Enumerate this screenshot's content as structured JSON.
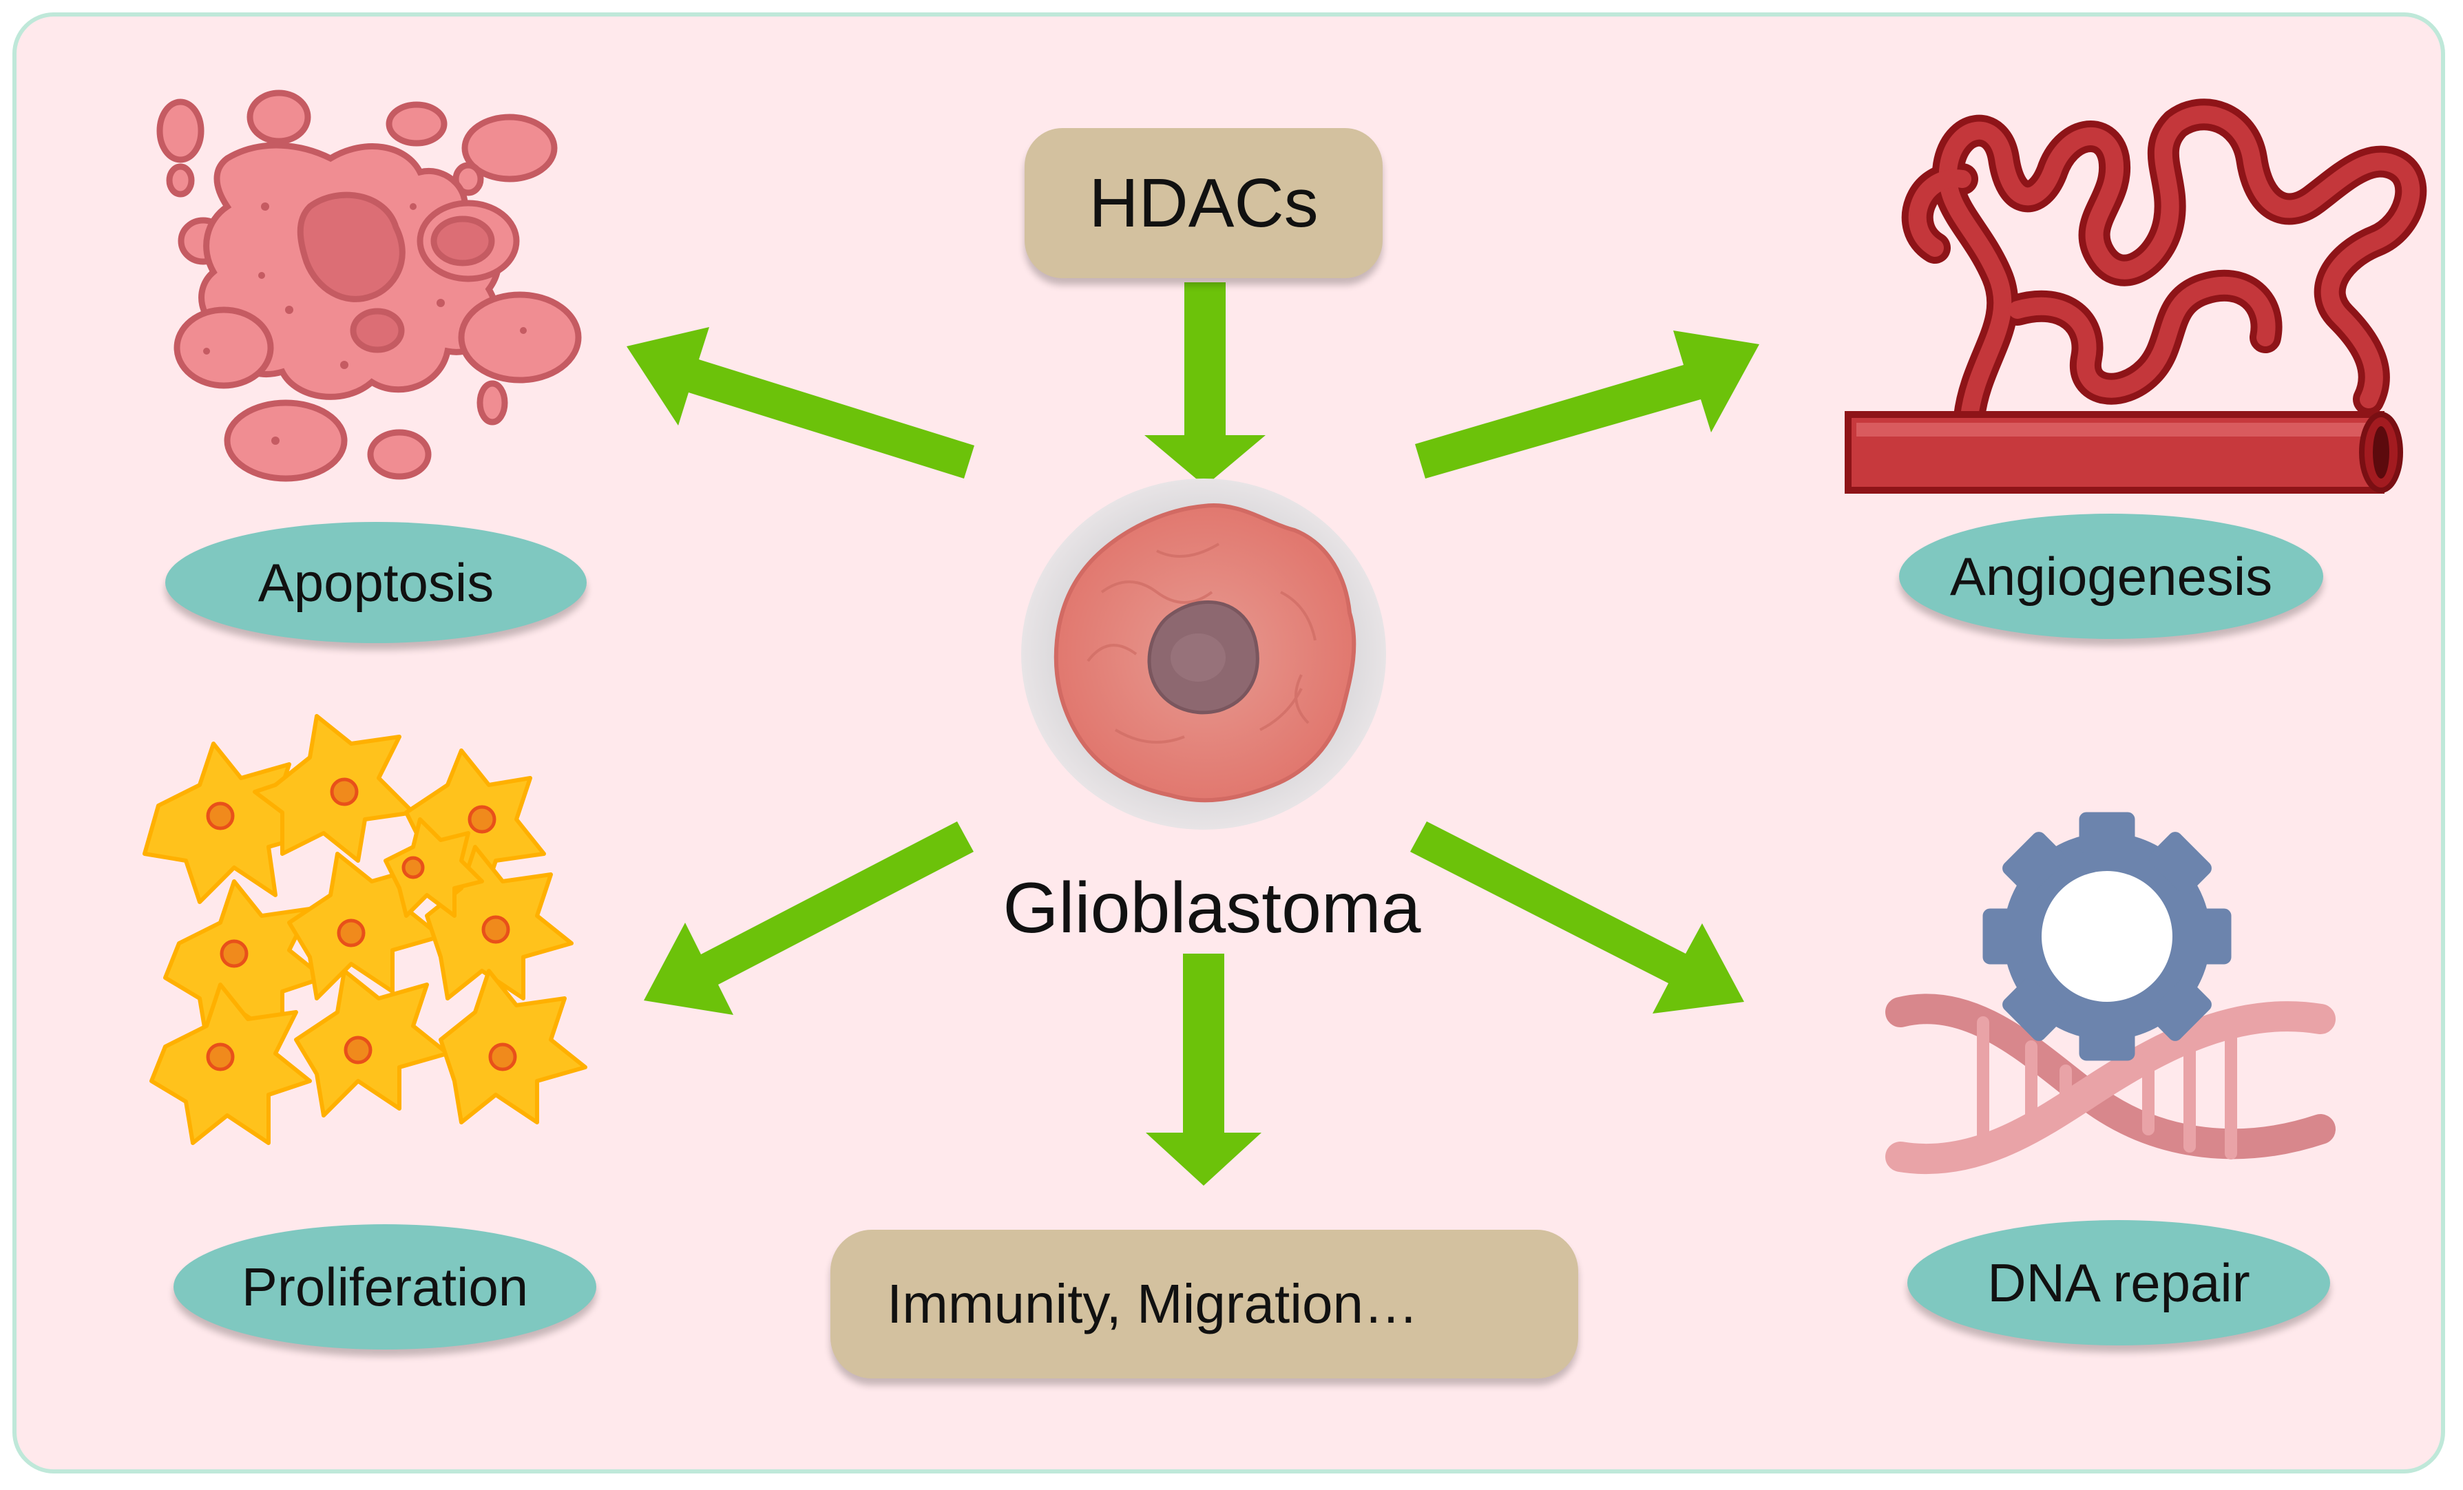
{
  "diagram": {
    "top_box": "HDACs",
    "center_label": "Glioblastoma",
    "bottom_box": "Immunity, Migration…",
    "outcomes": {
      "apoptosis": "Apoptosis",
      "angiogenesis": "Angiogenesis",
      "proliferation": "Proliferation",
      "dna_repair": "DNA repair"
    }
  },
  "colors": {
    "background": "#ffe9ec",
    "border": "#bfe8d9",
    "arrow": "#6cc20a",
    "ellipse_fill": "#7fc8c0",
    "box_fill": "#d3c19f",
    "apoptosis_cell": "#f08d92",
    "vessel": "#b31e23",
    "proliferation_cell": "#ffc21c",
    "gear": "#6c84ad",
    "dna": "#e9a3a7"
  },
  "icons": [
    "apoptosis-cells-icon",
    "blood-vessel-icon",
    "tumor-cell-icon",
    "proliferating-cells-icon",
    "gear-icon",
    "dna-helix-icon"
  ]
}
